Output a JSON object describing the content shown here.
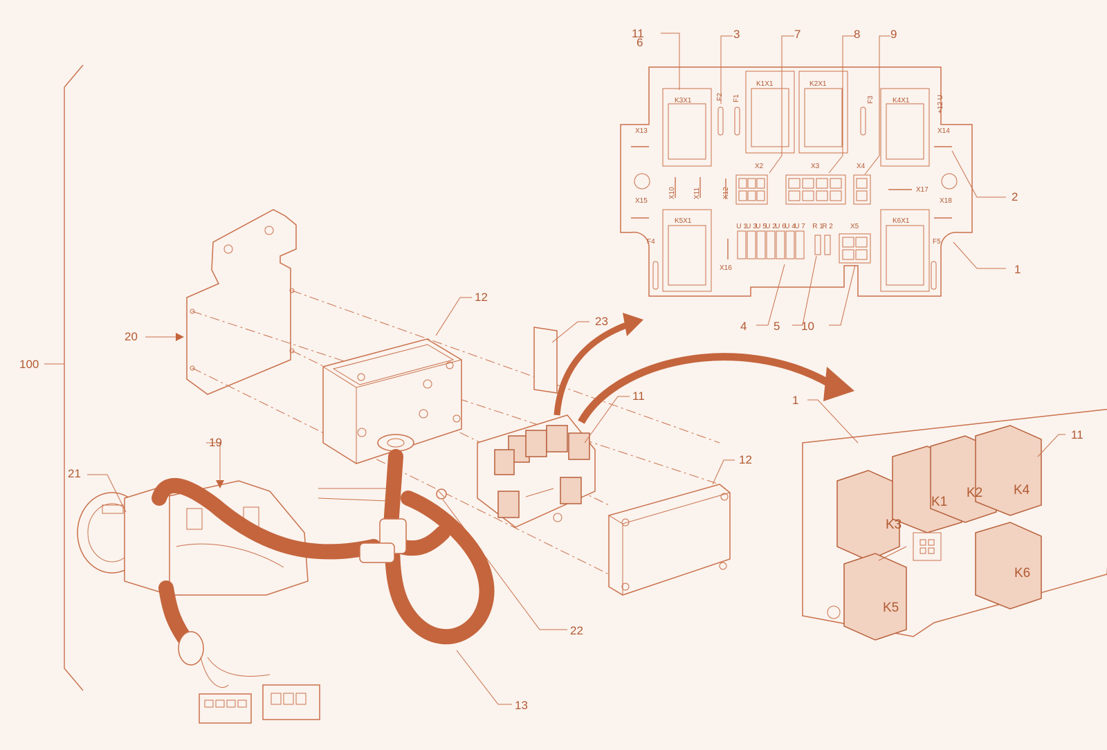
{
  "colors": {
    "background": "#fbf3ee",
    "line": "#c9714b",
    "text": "#b15a33",
    "cable": "#c4653d",
    "relay_fill": "#f2d2c1"
  },
  "reference_numerals": {
    "n100": "100",
    "n1a": "1",
    "n1b": "1",
    "n2": "2",
    "n3": "3",
    "n4": "4",
    "n5": "5",
    "n6": "6",
    "n7": "7",
    "n8": "8",
    "n9": "9",
    "n10": "10",
    "n11a": "11",
    "n11b": "11",
    "n11c": "11",
    "n12a": "12",
    "n12b": "12",
    "n13": "13",
    "n19": "19",
    "n20": "20",
    "n21": "21",
    "n22": "22",
    "n23": "23"
  },
  "pcb_labels": {
    "k1": "K1X1",
    "k2": "K2X1",
    "k3": "K3X1",
    "k4": "K4X1",
    "k5": "K5X1",
    "k6": "K6X1",
    "f1": "F1",
    "f2": "F2",
    "f3": "F3",
    "f4": "F4",
    "f5": "F5",
    "x2": "X2",
    "x3": "X3",
    "x4": "X4",
    "x5": "X5",
    "x10": "X10",
    "x11": "X11",
    "x12": "X12",
    "x13": "X13",
    "x14": "X14",
    "x15": "X15",
    "x16": "X16",
    "x17": "X17",
    "x18": "X18",
    "v12": "+12 U",
    "fuse_labels": [
      "U 1",
      "U 3",
      "U 5",
      "U 2",
      "U 6",
      "U 4",
      "U 7",
      "R 1",
      "R 2"
    ]
  },
  "relay_labels": {
    "k1": "K1",
    "k2": "K2",
    "k3": "K3",
    "k4": "K4",
    "k5": "K5",
    "k6": "K6"
  }
}
